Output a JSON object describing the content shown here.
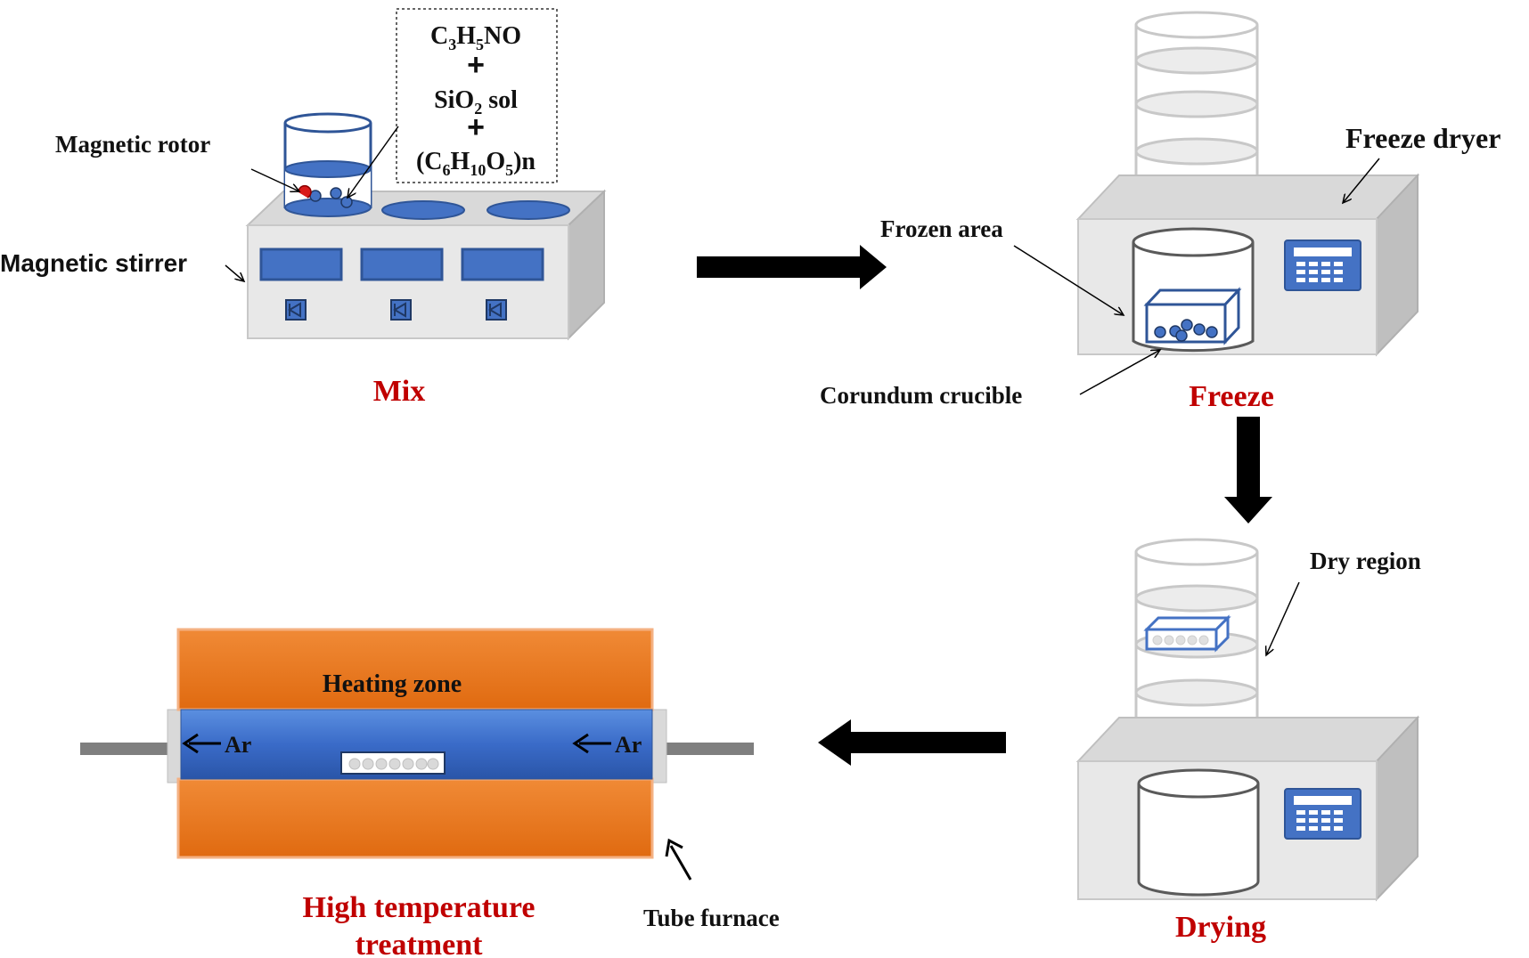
{
  "stages": {
    "mix": "Mix",
    "freeze": "Freeze",
    "drying": "Drying",
    "treatment_line1": "High temperature",
    "treatment_line2": "treatment"
  },
  "mix": {
    "magnetic_rotor": "Magnetic rotor",
    "magnetic_stirrer": "Magnetic stirrer",
    "reagent_1": {
      "main": "C",
      "sub1": "3",
      "mid": "H",
      "sub2": "5",
      "end": "NO"
    },
    "reagent_2": {
      "main": "SiO",
      "sub": "2",
      "end": " sol"
    },
    "reagent_3": {
      "pre": "(C",
      "sub1": "6",
      "h": "H",
      "sub2": "10",
      "o": "O",
      "sub3": "5",
      "end": ")n"
    },
    "plus": "+"
  },
  "freeze": {
    "freeze_dryer": "Freeze dryer",
    "frozen_area": "Frozen area",
    "corundum_crucible": "Corundum crucible"
  },
  "drying": {
    "dry_region": "Dry region"
  },
  "furnace": {
    "heating_zone": "Heating zone",
    "gas_left": "Ar",
    "gas_right": "Ar",
    "tube_furnace": "Tube furnace"
  },
  "colors": {
    "stage_label": "#c00000",
    "device_blue": "#4472c4",
    "device_grey": "#d9d9d9",
    "furnace_orange": "#e8731a",
    "arrow": "#000000"
  }
}
